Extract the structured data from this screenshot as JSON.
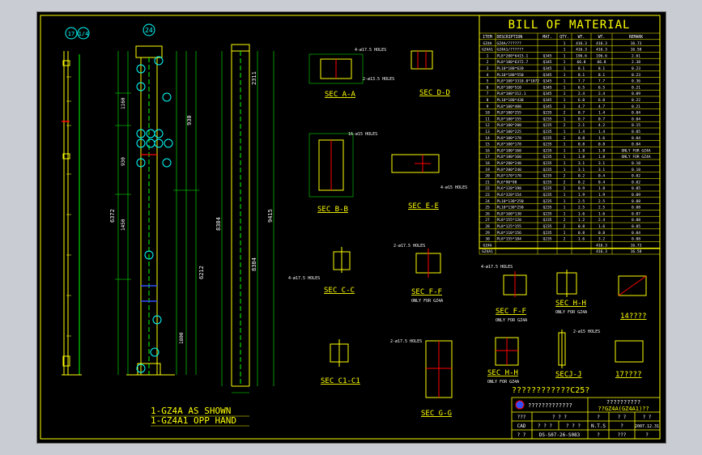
{
  "col_marks": [
    "17",
    "1/4"
  ],
  "column_headers": [
    "24"
  ],
  "section_labels": [
    "SEC A-A",
    "SEC D-D",
    "SEC B-B",
    "SEC E-E",
    "SEC C-C",
    "SEC F-F",
    "SEC F-F",
    "SEC H-H",
    "SEC C1-C1",
    "SEC G-G",
    "SEC H-H",
    "SECJ-J"
  ],
  "detail_titles": [
    "14????",
    "17????"
  ],
  "only_for_gz4a": "ONLY FOR GZ4A",
  "hole_notes": [
    "4-ø17.5 HOLES",
    "2-ø13.5 HOLES",
    "16-ø15 HOLES",
    "4-ø15 HOLES",
    "4-ø17.5 HOLES",
    "2-ø17.5 HOLES",
    "4-ø17.5 HOLES",
    "2-ø17.5 HOLES",
    "2-ø15 HOLES"
  ],
  "main_dims": [
    "6372",
    "6212",
    "9415",
    "8384",
    "8384",
    "2311",
    "1160",
    "1450",
    "930",
    "1800"
  ],
  "bom": {
    "title": "BILL OF MATERIAL",
    "headers": [
      "ITEM",
      "DESCRIPTION",
      "MAT.",
      "QTY.",
      "WT.",
      "WT.",
      "REMARK"
    ],
    "rows": [
      [
        "GZ4A",
        "GZ4A/??????",
        "",
        "1",
        "416.3",
        "416.3",
        "16.73"
      ],
      [
        "GZ4A1",
        "GZ4A1/??????",
        "",
        "1",
        "416.3",
        "416.3",
        "16.58"
      ],
      [
        "1",
        "PL8*200*6415.1",
        "Q345",
        "1",
        "196.6",
        "196.6",
        "2.61"
      ],
      [
        "2",
        "PL8*180*6372.7",
        "Q345",
        "1",
        "66.8",
        "66.8",
        "2.38"
      ],
      [
        "3",
        "PL10*180*620",
        "Q345",
        "1",
        "8.1",
        "8.1",
        "0.23"
      ],
      [
        "4",
        "PL10*180*550",
        "Q345",
        "1",
        "8.1",
        "8.1",
        "0.23"
      ],
      [
        "5",
        "PL8*100*3318.0*1072",
        "Q345",
        "1",
        "7.7",
        "7.7",
        "0.36"
      ],
      [
        "6",
        "PL8*100*510",
        "Q345",
        "1",
        "6.5",
        "6.5",
        "0.21"
      ],
      [
        "7",
        "PL8*100*312.1",
        "Q345",
        "1",
        "2.4",
        "2.4",
        "0.09"
      ],
      [
        "8",
        "PL10*180*430",
        "Q345",
        "1",
        "6.0",
        "6.0",
        "0.22"
      ],
      [
        "9",
        "PL8*100*400",
        "Q345",
        "1",
        "4.7",
        "4.7",
        "0.21"
      ],
      [
        "10",
        "PL8*100*255",
        "Q235",
        "2",
        "0.7",
        "1.4",
        "0.04"
      ],
      [
        "11",
        "PL8*100*155",
        "Q235",
        "1",
        "0.7",
        "0.7",
        "0.04"
      ],
      [
        "12",
        "PL8*100*200",
        "Q235",
        "2",
        "2.1",
        "4.2",
        "0.15"
      ],
      [
        "13",
        "PL8*100*225",
        "Q235",
        "1",
        "1.4",
        "1.4",
        "0.05"
      ],
      [
        "14",
        "PL8*100*178",
        "Q235",
        "2",
        "0.8",
        "1.6",
        "0.04"
      ],
      [
        "15",
        "PL8*100*178",
        "Q235",
        "1",
        "0.8",
        "0.8",
        "0.04"
      ],
      [
        "16",
        "PL8*180*160",
        "Q235",
        "1",
        "1.8",
        "1.8",
        "ONLY FOR GZ4A"
      ],
      [
        "17",
        "PL8*180*160",
        "Q235",
        "1",
        "1.8",
        "1.8",
        "ONLY FOR GZ4A"
      ],
      [
        "18",
        "PL8*200*240",
        "Q235",
        "1",
        "3.1",
        "3.1",
        "0.10"
      ],
      [
        "19",
        "PL8*200*240",
        "Q235",
        "1",
        "3.1",
        "3.1",
        "0.10"
      ],
      [
        "20",
        "PL8*170*170",
        "Q235",
        "2",
        "0.2",
        "0.4",
        "0.02"
      ],
      [
        "21",
        "PL6*90*98",
        "Q235",
        "2",
        "0.2",
        "0.4",
        "0.02"
      ],
      [
        "22",
        "PL6*120*198",
        "Q235",
        "2",
        "0.9",
        "1.8",
        "0.05"
      ],
      [
        "23",
        "PL6*320*154",
        "Q235",
        "1",
        "1.9",
        "1.9",
        "0.09"
      ],
      [
        "24",
        "PL10*130*250",
        "Q235",
        "1",
        "2.5",
        "2.5",
        "0.08"
      ],
      [
        "25",
        "PL10*130*250",
        "Q235",
        "1",
        "2.5",
        "2.5",
        "0.08"
      ],
      [
        "26",
        "PL8*160*130",
        "Q235",
        "1",
        "1.6",
        "1.6",
        "0.07"
      ],
      [
        "27",
        "PL8*155*120",
        "Q235",
        "2",
        "1.2",
        "2.4",
        "0.08"
      ],
      [
        "28",
        "PL8*125*155",
        "Q235",
        "2",
        "0.8",
        "1.6",
        "0.05"
      ],
      [
        "29",
        "PL8*110*156",
        "Q235",
        "1",
        "0.8",
        "0.8",
        "0.04"
      ],
      [
        "30",
        "PL8*155*184",
        "Q235",
        "2",
        "1.6",
        "3.2",
        "0.08"
      ]
    ],
    "totals": [
      [
        "GZ4A",
        "",
        "",
        "",
        "",
        "416.3",
        "16.73"
      ],
      [
        "GZ4A1",
        "",
        "",
        "",
        "",
        "416.3",
        "16.58"
      ]
    ]
  },
  "note_lines": [
    "1-GZ4A AS SHOWN",
    "1-GZ4A1 OPP HAND"
  ],
  "title_block": {
    "project": "????????????C25?",
    "company": "?????????????",
    "drawing_title": "??????????",
    "drawing_sub": "??GZ4A(GZ4A1)??",
    "cells": [
      "CAD",
      "? ? ?",
      "? ? ?",
      "N.T.S",
      "?",
      "? ?",
      "2007.12.31",
      "? ?",
      "DS-S07-26-S083",
      "?",
      "???",
      "?"
    ]
  },
  "colors": {
    "bg": "#000000",
    "yellow": "#ffff00",
    "cyan": "#00ffff",
    "green": "#00ff00",
    "white": "#ffffff",
    "red": "#ff0000",
    "blue": "#3050ff"
  }
}
